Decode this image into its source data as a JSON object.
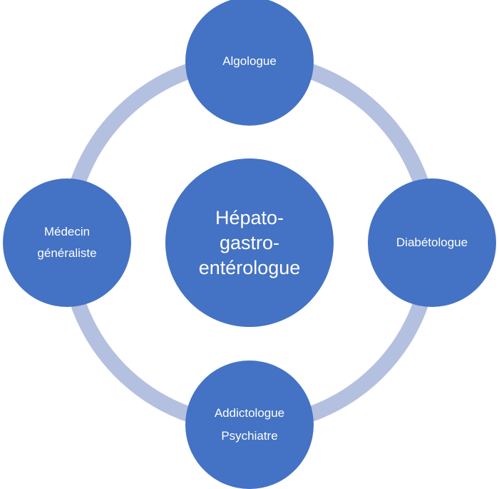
{
  "diagram": {
    "center": {
      "lines": [
        "Hépato-",
        "gastro-",
        "entérologue"
      ]
    },
    "top": {
      "lines": [
        "Algologue"
      ]
    },
    "right": {
      "lines": [
        "Diabétologue"
      ]
    },
    "bottom": {
      "lines": [
        "Addictologue",
        "Psychiatre"
      ]
    },
    "left": {
      "lines": [
        "Médecin",
        "généraliste"
      ]
    },
    "colors": {
      "node_fill": "#4472c4",
      "ring": "#b4c0e0",
      "text": "#ffffff"
    }
  }
}
